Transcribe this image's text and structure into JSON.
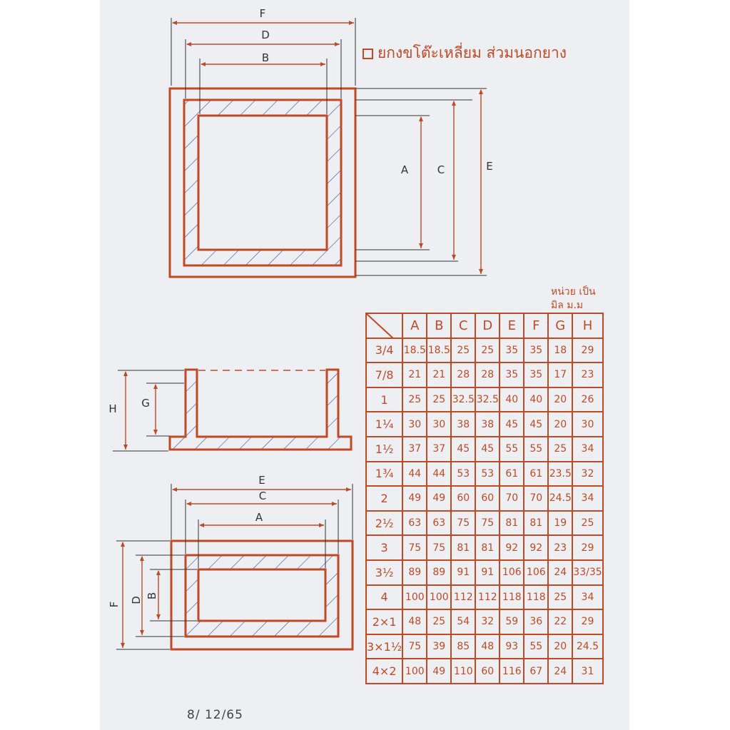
{
  "document": {
    "title": "ยกงขโต๊ะเหลี่ยม ส่วมนอกยาง",
    "unit_note_line1": "หน่วย เป็น",
    "unit_note_line2": "มิล ม.ม",
    "date": "8/ 12/65",
    "colors": {
      "ink": "#c04a25",
      "hatch": "#3a4aa0",
      "paper": "#eeeff3"
    }
  },
  "top_view_labels": {
    "F": "F",
    "D": "D",
    "B": "B",
    "A": "A",
    "C": "C",
    "E": "E"
  },
  "side_view_labels": {
    "H": "H",
    "G": "G"
  },
  "bottom_view_labels": {
    "E": "E",
    "C": "C",
    "A": "A",
    "F": "F",
    "D": "D",
    "B": "B"
  },
  "table": {
    "columns": [
      "A",
      "B",
      "C",
      "D",
      "E",
      "F",
      "G",
      "H"
    ],
    "rows": [
      {
        "size": "3/4",
        "values": [
          "18.5",
          "18.5",
          "25",
          "25",
          "35",
          "35",
          "18",
          "29"
        ]
      },
      {
        "size": "7/8",
        "values": [
          "21",
          "21",
          "28",
          "28",
          "35",
          "35",
          "17",
          "23"
        ]
      },
      {
        "size": "1",
        "values": [
          "25",
          "25",
          "32.5",
          "32.5",
          "40",
          "40",
          "20",
          "26"
        ]
      },
      {
        "size": "1¼",
        "values": [
          "30",
          "30",
          "38",
          "38",
          "45",
          "45",
          "20",
          "30"
        ]
      },
      {
        "size": "1½",
        "values": [
          "37",
          "37",
          "45",
          "45",
          "55",
          "55",
          "25",
          "34"
        ]
      },
      {
        "size": "1¾",
        "values": [
          "44",
          "44",
          "53",
          "53",
          "61",
          "61",
          "23.5",
          "32"
        ]
      },
      {
        "size": "2",
        "values": [
          "49",
          "49",
          "60",
          "60",
          "70",
          "70",
          "24.5",
          "34"
        ]
      },
      {
        "size": "2½",
        "values": [
          "63",
          "63",
          "75",
          "75",
          "81",
          "81",
          "19",
          "25"
        ]
      },
      {
        "size": "3",
        "values": [
          "75",
          "75",
          "81",
          "81",
          "92",
          "92",
          "23",
          "29"
        ]
      },
      {
        "size": "3½",
        "values": [
          "89",
          "89",
          "91",
          "91",
          "106",
          "106",
          "24",
          "33/35"
        ]
      },
      {
        "size": "4",
        "values": [
          "100",
          "100",
          "112",
          "112",
          "118",
          "118",
          "25",
          "34"
        ]
      },
      {
        "size": "2×1",
        "values": [
          "48",
          "25",
          "54",
          "32",
          "59",
          "36",
          "22",
          "29"
        ]
      },
      {
        "size": "3×1½",
        "values": [
          "75",
          "39",
          "85",
          "48",
          "93",
          "55",
          "20",
          "24.5"
        ]
      },
      {
        "size": "4×2",
        "values": [
          "100",
          "49",
          "110",
          "60",
          "116",
          "67",
          "24",
          "31"
        ]
      }
    ]
  }
}
